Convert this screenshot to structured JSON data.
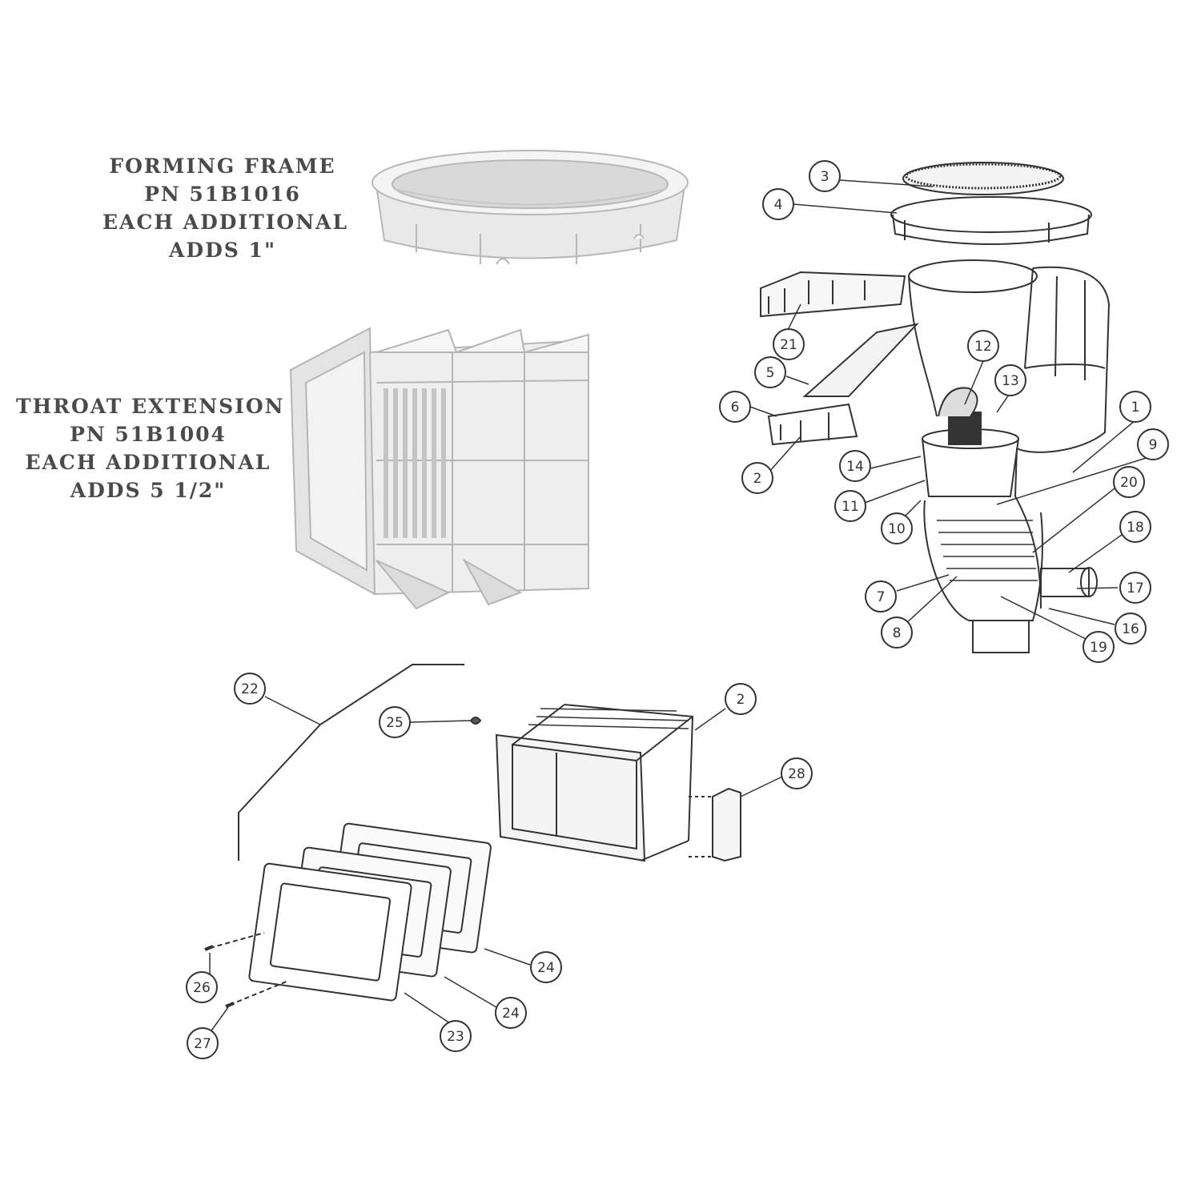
{
  "forming_frame": {
    "line1": "FORMING FRAME",
    "line2": "PN 51B1016",
    "line3": "EACH ADDITIONAL",
    "line4": "ADDS 1\""
  },
  "throat_extension": {
    "line1": "THROAT EXTENSION",
    "line2": "PN 51B1004",
    "line3": "EACH ADDITIONAL",
    "line4": "ADDS 5 1/2\""
  },
  "callouts": {
    "c1": "1",
    "c2": "2",
    "c3": "3",
    "c4": "4",
    "c5": "5",
    "c6": "6",
    "c7": "7",
    "c8": "8",
    "c9": "9",
    "c10": "10",
    "c11": "11",
    "c12": "12",
    "c13": "13",
    "c14": "14",
    "c16": "16",
    "c17": "17",
    "c18": "18",
    "c19": "19",
    "c20": "20",
    "c21": "21",
    "c22": "22",
    "c23": "23",
    "c24": "24",
    "c25": "25",
    "c26": "26",
    "c27": "27",
    "c28": "28"
  },
  "colors": {
    "line": "#333333",
    "photo_fill": "#ececec",
    "photo_shade": "#cfcfcf",
    "caption_text": "#4a4a4a"
  }
}
